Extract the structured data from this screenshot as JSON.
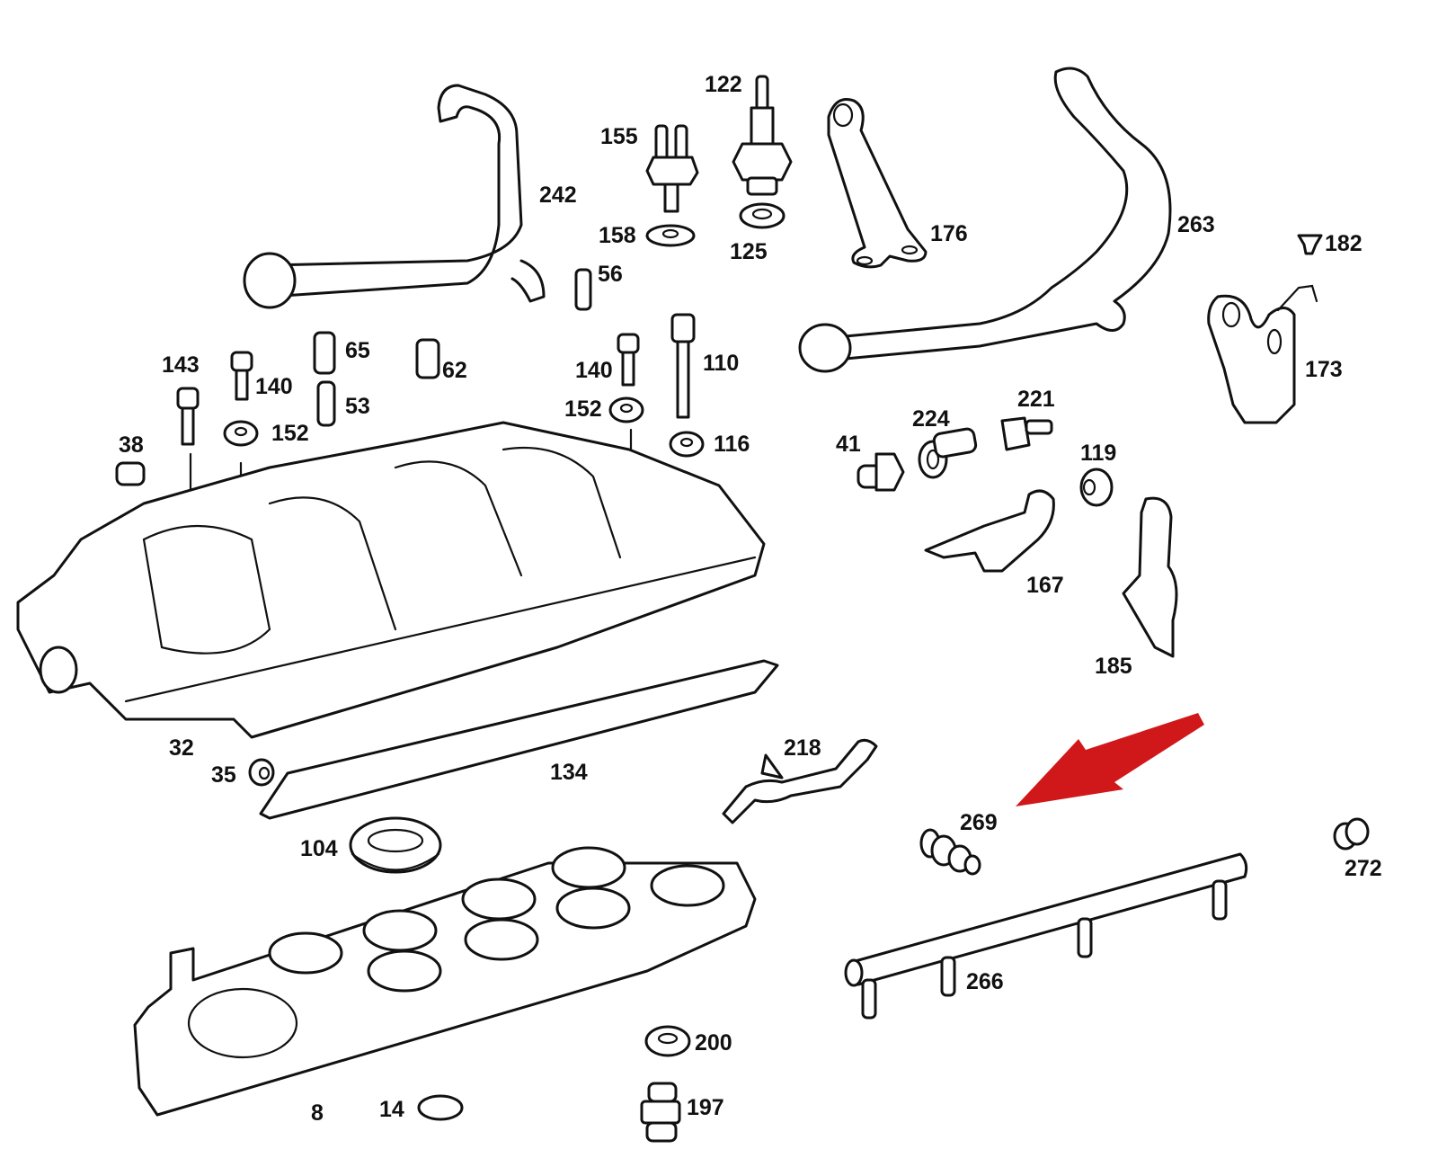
{
  "diagram": {
    "type": "exploded parts diagram",
    "subject": "Intake manifold assembly",
    "highlight": {
      "part": "269",
      "indicator": "red arrow",
      "color": "#d0181b"
    },
    "line_color": "#111111",
    "background": "#ffffff"
  },
  "labels": {
    "p122": "122",
    "p155": "155",
    "p242": "242",
    "p158": "158",
    "p125": "125",
    "p176": "176",
    "p263": "263",
    "p182": "182",
    "p56": "56",
    "p173": "173",
    "p65": "65",
    "p62": "62",
    "p143": "143",
    "p140a": "140",
    "p110": "110",
    "p140b": "140",
    "p53": "53",
    "p152a": "152",
    "p152b": "152",
    "p116": "116",
    "p38": "38",
    "p221": "221",
    "p224": "224",
    "p41": "41",
    "p119": "119",
    "p167": "167",
    "p185": "185",
    "p32": "32",
    "p218": "218",
    "p35": "35",
    "p134": "134",
    "p269": "269",
    "p104": "104",
    "p272": "272",
    "p266": "266",
    "p200": "200",
    "p197": "197",
    "p8": "8",
    "p14": "14"
  }
}
